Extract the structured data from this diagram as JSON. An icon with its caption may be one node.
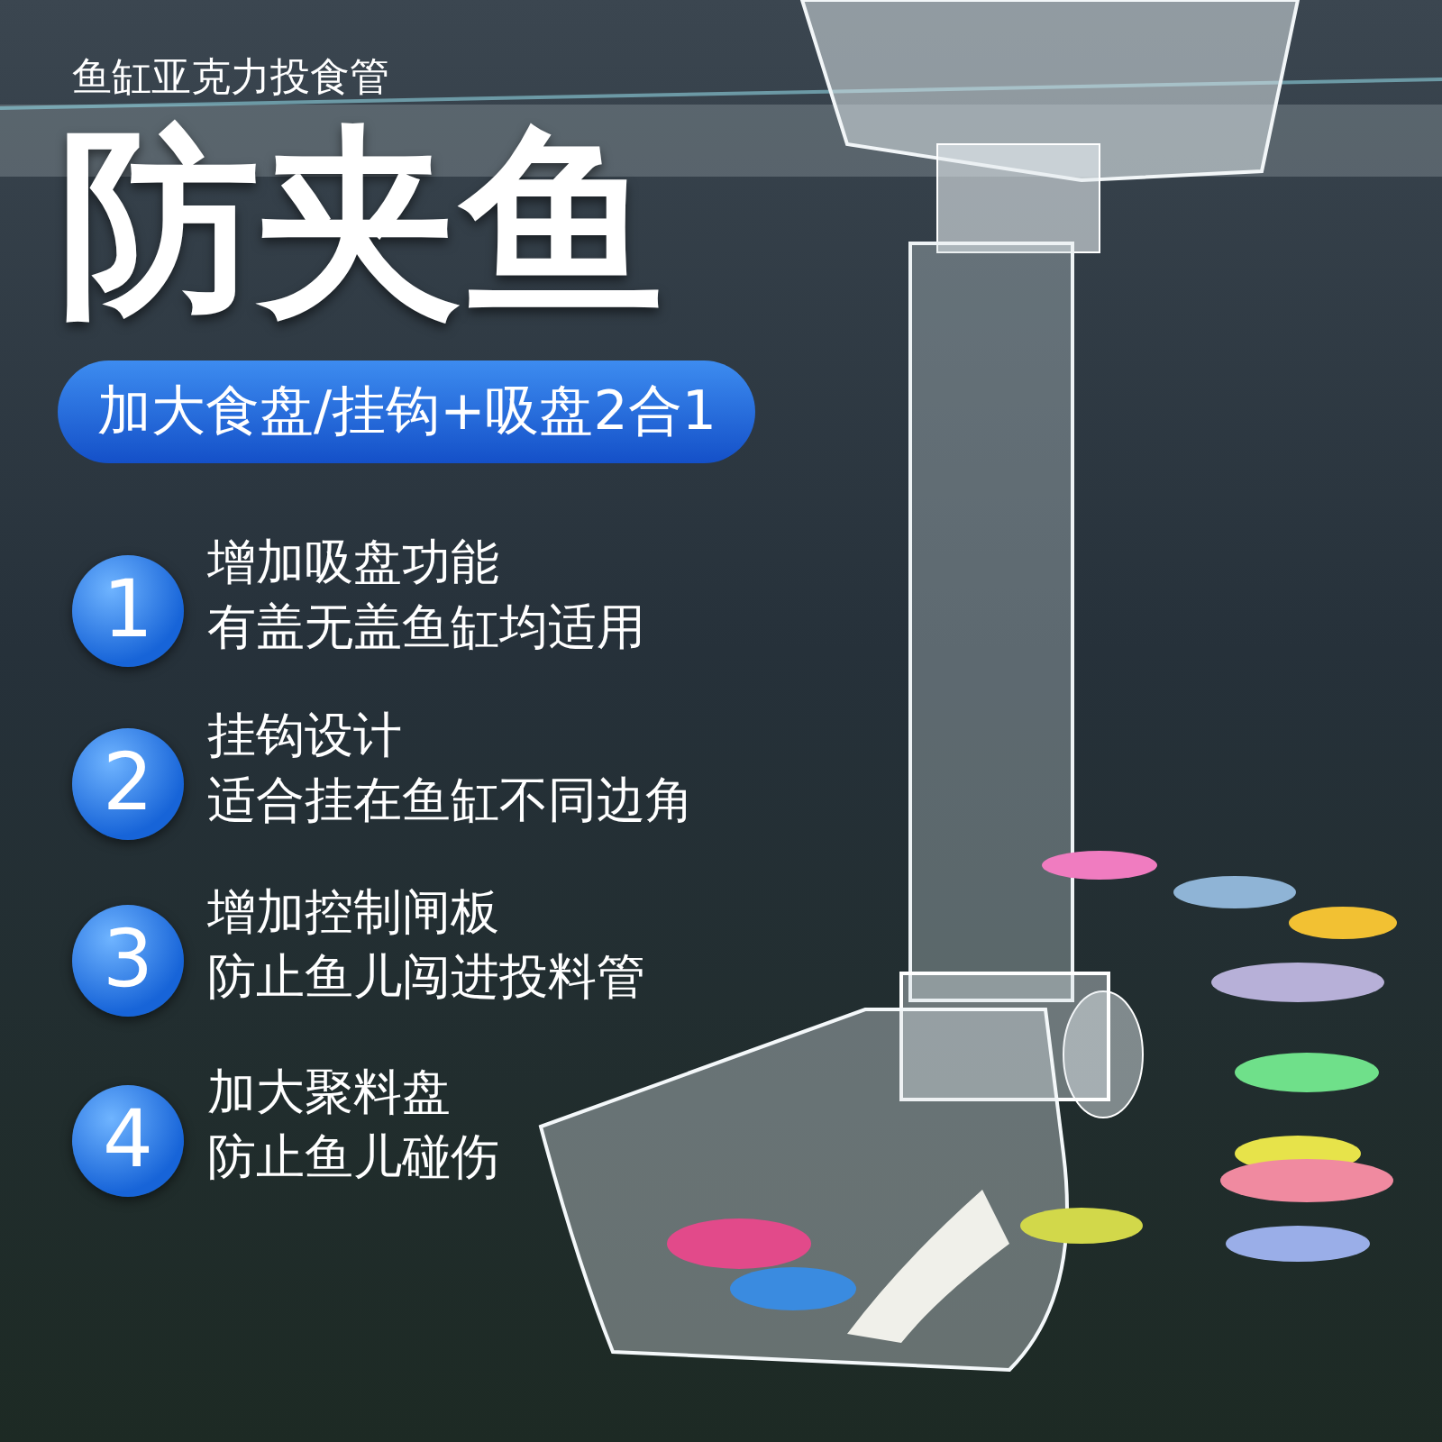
{
  "diagram": {
    "title": "防夹鱼",
    "nodes": [
      {
        "text": [
          "加大食盘/挂钩+吸盘2合1"
        ]
      },
      {
        "text": [
          "1"
        ],
        "beside": [
          "增加吸盘功能",
          "有盖无盖鱼缸均适用"
        ]
      },
      {
        "text": [
          "2"
        ],
        "beside": [
          "挂钩设计",
          "适合挂在鱼缸不同边角"
        ]
      },
      {
        "text": [
          "3"
        ],
        "beside": [
          "增加控制闸板",
          "防止鱼儿闯进投料管"
        ]
      },
      {
        "text": [
          "4"
        ],
        "beside": [
          "加大聚料盘",
          "防止鱼儿碰伤"
        ]
      }
    ],
    "labels": [
      "鱼缸亚克力投食管"
    ]
  }
}
